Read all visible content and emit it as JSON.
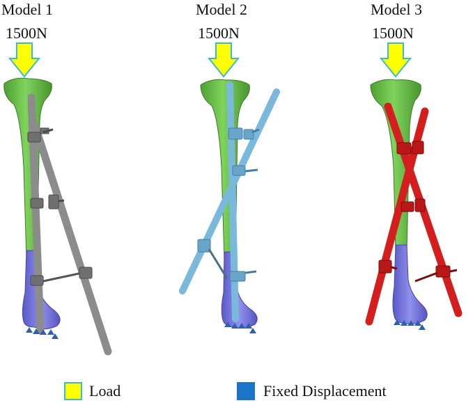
{
  "models": [
    {
      "title": "Model 1",
      "load_label": "1500N",
      "fixator_color": "#8c8c8c",
      "fixator_dark": "#5a5a5a"
    },
    {
      "title": "Model 2",
      "load_label": "1500N",
      "fixator_color": "#7ab8dc",
      "fixator_dark": "#3f7fa6"
    },
    {
      "title": "Model 3",
      "load_label": "1500N",
      "fixator_color": "#d41e1e",
      "fixator_dark": "#8a0f0f"
    }
  ],
  "legend": {
    "load": {
      "label": "Load",
      "fill": "#ffff00",
      "border": "#33bbe0"
    },
    "fixed": {
      "label": "Fixed Displacement",
      "fill": "#1a74c9"
    }
  },
  "colors": {
    "bone_upper": "#6dc24a",
    "bone_lower": "#7b7be0",
    "bone_outline": "#3c7a2a",
    "load_arrow_fill": "#ffff00",
    "load_arrow_border": "#33bbe0",
    "fixed_marker": "#2f5fb0"
  }
}
